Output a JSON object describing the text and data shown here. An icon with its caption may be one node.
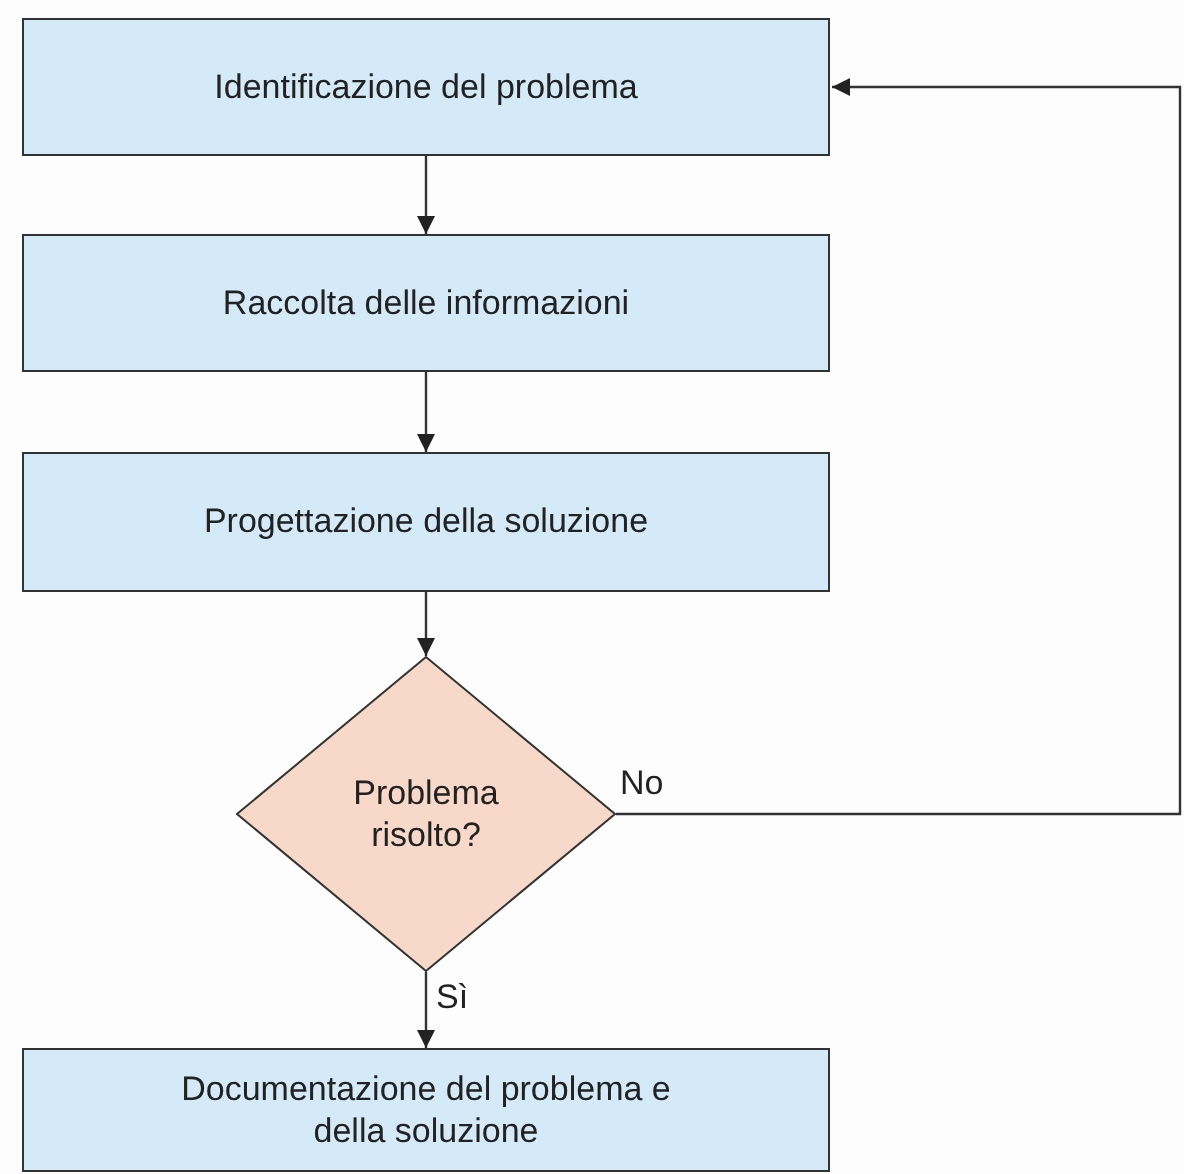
{
  "diagram": {
    "nodes": [
      {
        "text": [
          "Identificazione del problema"
        ]
      },
      {
        "text": [
          "Raccolta delle informazioni"
        ]
      },
      {
        "text": [
          "Progettazione della soluzione"
        ]
      },
      {
        "text": [
          "Problema risolto?"
        ]
      },
      {
        "text": [
          "Documentazione del problema e della soluzione"
        ]
      }
    ],
    "edges": [
      {
        "from": 0,
        "to": 1,
        "arrow": "to"
      },
      {
        "from": 1,
        "to": 2,
        "arrow": "to"
      },
      {
        "from": 2,
        "to": 3,
        "arrow": "to"
      },
      {
        "from": 3,
        "to": 0,
        "label": "No",
        "arrow": "to"
      },
      {
        "from": 3,
        "to": 4,
        "label": "Sì",
        "arrow": "to"
      }
    ]
  }
}
